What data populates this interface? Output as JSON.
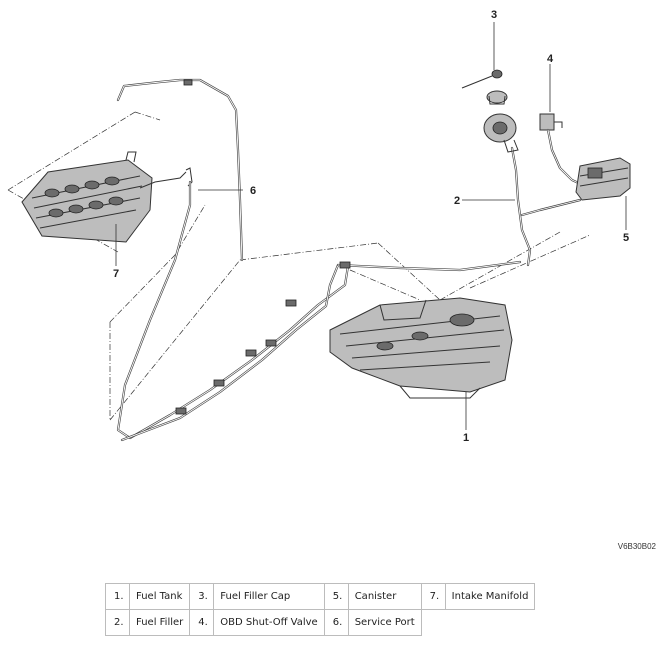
{
  "callouts": [
    "1",
    "2",
    "3",
    "4",
    "5",
    "6",
    "7"
  ],
  "figure_id": "V6B30B02",
  "legend": [
    [
      {
        "num": "1.",
        "label": "Fuel Tank"
      },
      {
        "num": "3.",
        "label": "Fuel Filler Cap"
      },
      {
        "num": "5.",
        "label": "Canister"
      },
      {
        "num": "7.",
        "label": "Intake Manifold"
      }
    ],
    [
      {
        "num": "2.",
        "label": "Fuel Filler"
      },
      {
        "num": "4.",
        "label": "OBD Shut-Off Valve"
      },
      {
        "num": "6.",
        "label": "Service Port"
      }
    ]
  ]
}
